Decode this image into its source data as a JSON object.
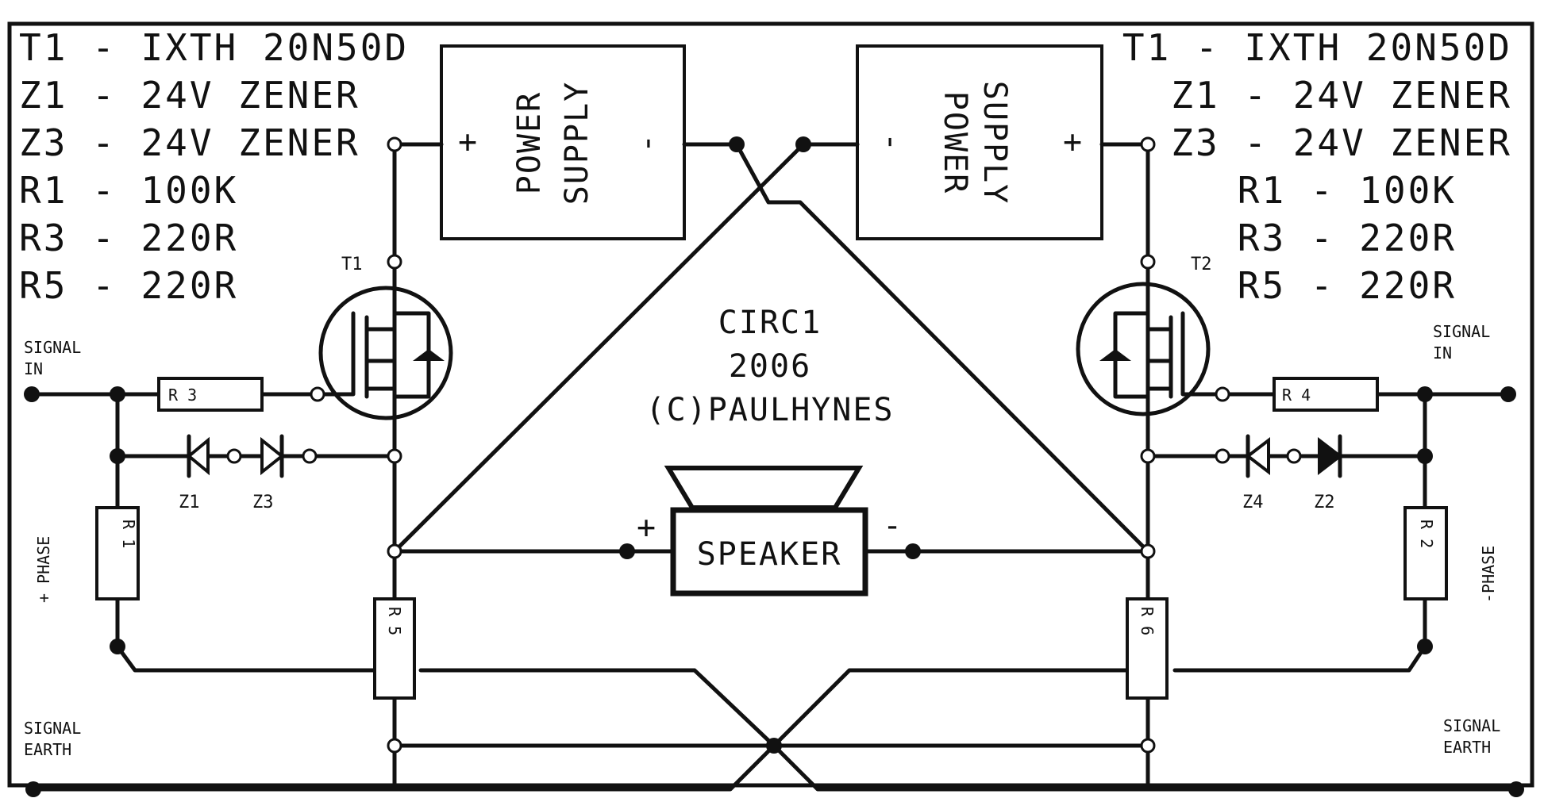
{
  "diagram": {
    "parts_left": [
      "T1 - IXTH 20N50D",
      "Z1 - 24V ZENER",
      "Z3 - 24V ZENER",
      "R1 - 100K",
      "R3 - 220R",
      "R5 - 220R"
    ],
    "parts_right": [
      "T1 - IXTH 20N50D",
      "Z1 - 24V ZENER",
      "Z3 - 24V ZENER",
      "R1 - 100K",
      "R3 - 220R",
      "R5 - 220R"
    ],
    "power_supply_left": {
      "line1": "POWER",
      "line2": "SUPPLY",
      "plus": "+",
      "minus": "-"
    },
    "power_supply_right": {
      "line1": "POWER",
      "line2": "SUPPLY",
      "plus": "+",
      "minus": "-"
    },
    "credit": {
      "line1": "CIRC1",
      "line2": "2006",
      "line3": "(C)PAULHYNES"
    },
    "speaker": {
      "label": "SPEAKER",
      "plus": "+",
      "minus": "-"
    },
    "transistor_left": "T1",
    "transistor_right": "T2",
    "resistors": {
      "r1": "R 1",
      "r2": "R 2",
      "r3": "R 3",
      "r4": "R 4",
      "r5": "R 5",
      "r6": "R 6"
    },
    "zeners": {
      "z1": "Z1",
      "z2": "Z2",
      "z3": "Z3",
      "z4": "Z4"
    },
    "signal_in_left": {
      "line1": "SIGNAL",
      "line2": "IN"
    },
    "signal_in_right": {
      "line1": "SIGNAL",
      "line2": "IN"
    },
    "signal_earth_left": {
      "line1": "SIGNAL",
      "line2": "EARTH"
    },
    "signal_earth_right": {
      "line1": "SIGNAL",
      "line2": "EARTH"
    },
    "phase_left": "+ PHASE",
    "phase_right": "-PHASE"
  }
}
